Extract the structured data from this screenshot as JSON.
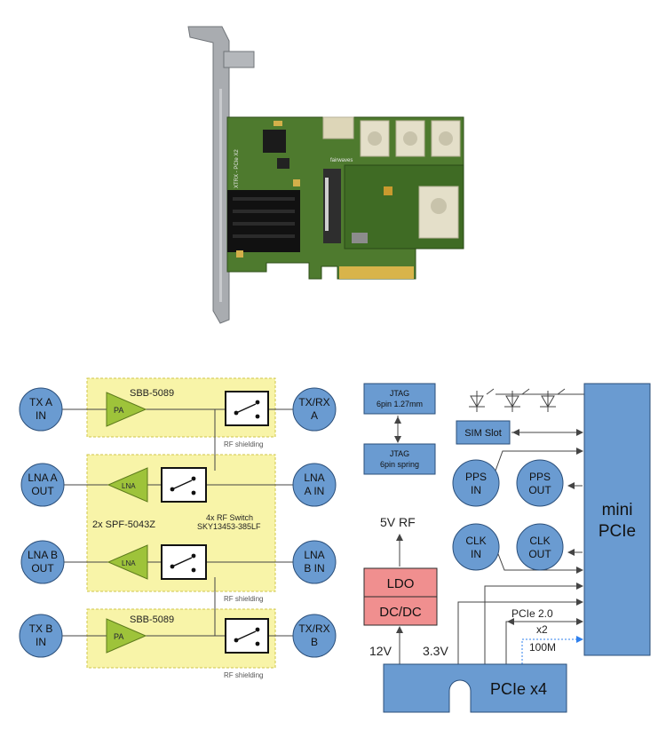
{
  "colors": {
    "circle_fill": "#6a9bd1",
    "block_fill": "#6a9bd1",
    "block_stroke": "#2b4f7a",
    "yellow_fill": "#f8f4a8",
    "yellow_stroke": "#cfc64a",
    "amp_fill": "#9ec33a",
    "pink_fill": "#f08f8f",
    "pcb_green": "#4e7a2e",
    "bracket_gray": "#a9acb0",
    "line": "#444444",
    "accent_blue": "#2f80ed"
  },
  "photo": {
    "board_label": "XTRX - PCIe X2",
    "brand_label": "fairwaves"
  },
  "rf": {
    "tx_a_in": [
      "TX A",
      "IN"
    ],
    "txrx_a": [
      "TX/RX",
      "A"
    ],
    "lna_a_out": [
      "LNA A",
      "OUT"
    ],
    "lna_a_in": [
      "LNA",
      "A IN"
    ],
    "lna_b_out": [
      "LNA B",
      "OUT"
    ],
    "lna_b_in": [
      "LNA",
      "B IN"
    ],
    "tx_b_in": [
      "TX B",
      "IN"
    ],
    "txrx_b": [
      "TX/RX",
      "B"
    ],
    "amp_top_title": "SBB-5089",
    "amp_bottom_title": "SBB-5089",
    "pa_label": "PA",
    "lna_label": "LNA",
    "lna_part": "2x SPF-5043Z",
    "switch_caption": [
      "4x RF Switch",
      "SKY13453-385LF"
    ],
    "shielding": "RF shielding"
  },
  "digital": {
    "jtag1": [
      "JTAG",
      "6pin 1.27mm"
    ],
    "jtag2": [
      "JTAG",
      "6pin spring"
    ],
    "sim": "SIM Slot",
    "pps_in": [
      "PPS",
      "IN"
    ],
    "pps_out": [
      "PPS",
      "OUT"
    ],
    "clk_in": [
      "CLK",
      "IN"
    ],
    "clk_out": [
      "CLK",
      "OUT"
    ],
    "mini_pcie": [
      "mini",
      "PCIe"
    ],
    "v5rf": "5V RF",
    "ldo": "LDO",
    "dcdc": "DC/DC",
    "v12": "12V",
    "v33": "3.3V",
    "pcie_lanes": "PCIe 2.0",
    "x2": "x2",
    "m100": "100M",
    "pcie_x4": "PCIe x4"
  }
}
